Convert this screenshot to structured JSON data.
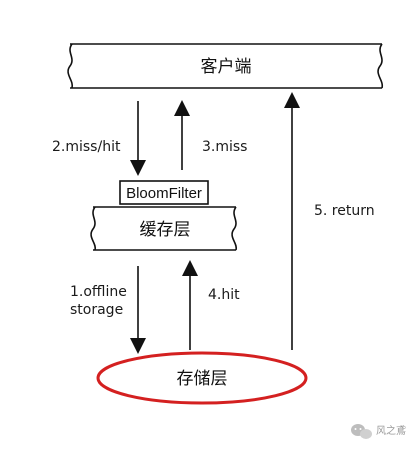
{
  "nodes": {
    "client": "客户端",
    "bloom_filter": "BloomFilter",
    "cache": "缓存层",
    "storage": "存储层"
  },
  "edges": {
    "miss_hit": "2.miss/hit",
    "miss": "3.miss",
    "offline_line1": "1.offline",
    "offline_line2": "storage",
    "hit": "4.hit",
    "return": "5. return"
  },
  "watermark": {
    "text": "风之鳶",
    "icon": "wechat-icon"
  },
  "colors": {
    "stroke": "#111111",
    "storage_ellipse": "#d42020"
  }
}
